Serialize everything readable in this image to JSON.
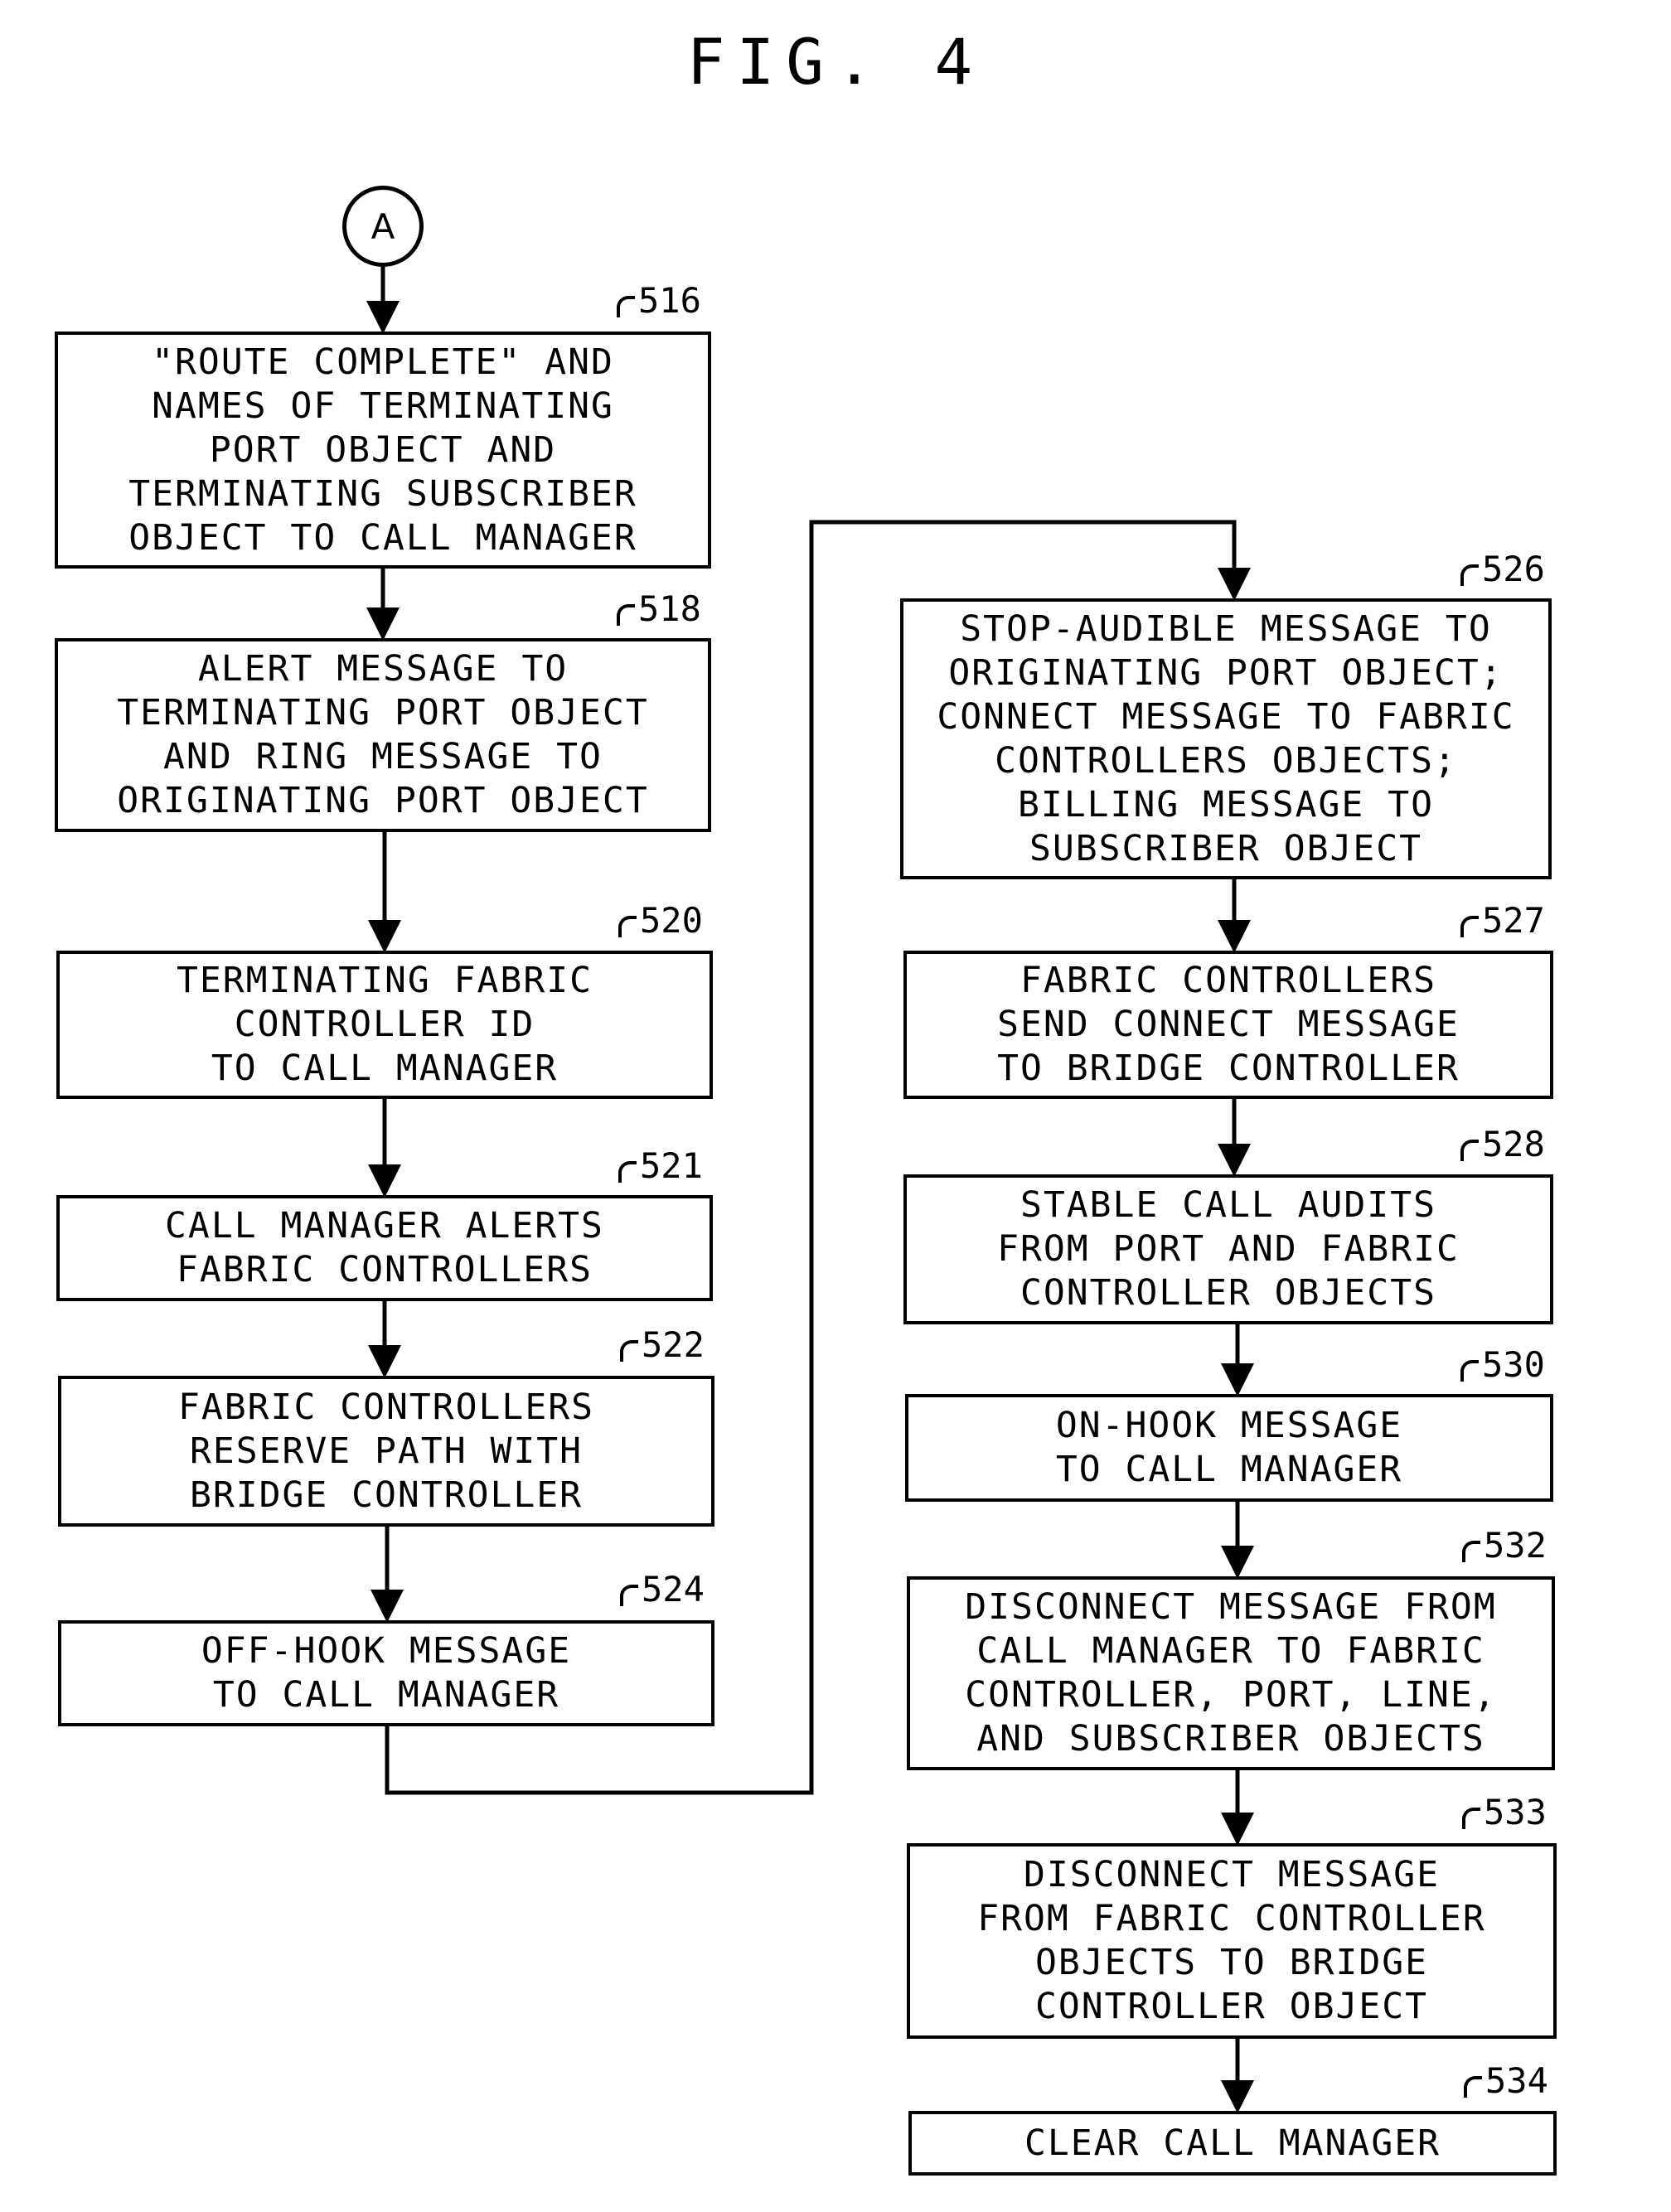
{
  "figure_title": "FIG. 4",
  "connector_label": "A",
  "steps": [
    {
      "ref": "516",
      "text": "\"ROUTE COMPLETE\" AND\nNAMES OF TERMINATING\nPORT OBJECT AND\nTERMINATING SUBSCRIBER\nOBJECT TO CALL MANAGER"
    },
    {
      "ref": "518",
      "text": "ALERT MESSAGE TO\nTERMINATING PORT OBJECT\nAND RING MESSAGE TO\nORIGINATING PORT OBJECT"
    },
    {
      "ref": "520",
      "text": "TERMINATING FABRIC\nCONTROLLER ID\nTO CALL MANAGER"
    },
    {
      "ref": "521",
      "text": "CALL MANAGER ALERTS\nFABRIC CONTROLLERS"
    },
    {
      "ref": "522",
      "text": "FABRIC CONTROLLERS\nRESERVE PATH WITH\nBRIDGE CONTROLLER"
    },
    {
      "ref": "524",
      "text": "OFF-HOOK MESSAGE\nTO CALL MANAGER"
    },
    {
      "ref": "526",
      "text": "STOP-AUDIBLE MESSAGE TO\nORIGINATING PORT OBJECT;\nCONNECT MESSAGE TO FABRIC\nCONTROLLERS OBJECTS;\nBILLING MESSAGE TO\nSUBSCRIBER OBJECT"
    },
    {
      "ref": "527",
      "text": "FABRIC CONTROLLERS\nSEND CONNECT MESSAGE\nTO BRIDGE CONTROLLER"
    },
    {
      "ref": "528",
      "text": "STABLE CALL AUDITS\nFROM PORT AND FABRIC\nCONTROLLER OBJECTS"
    },
    {
      "ref": "530",
      "text": "ON-HOOK MESSAGE\nTO CALL MANAGER"
    },
    {
      "ref": "532",
      "text": "DISCONNECT MESSAGE FROM\nCALL MANAGER TO FABRIC\nCONTROLLER, PORT, LINE,\nAND SUBSCRIBER OBJECTS"
    },
    {
      "ref": "533",
      "text": "DISCONNECT MESSAGE\nFROM FABRIC CONTROLLER\nOBJECTS TO BRIDGE\nCONTROLLER OBJECT"
    },
    {
      "ref": "534",
      "text": "CLEAR CALL MANAGER"
    }
  ]
}
